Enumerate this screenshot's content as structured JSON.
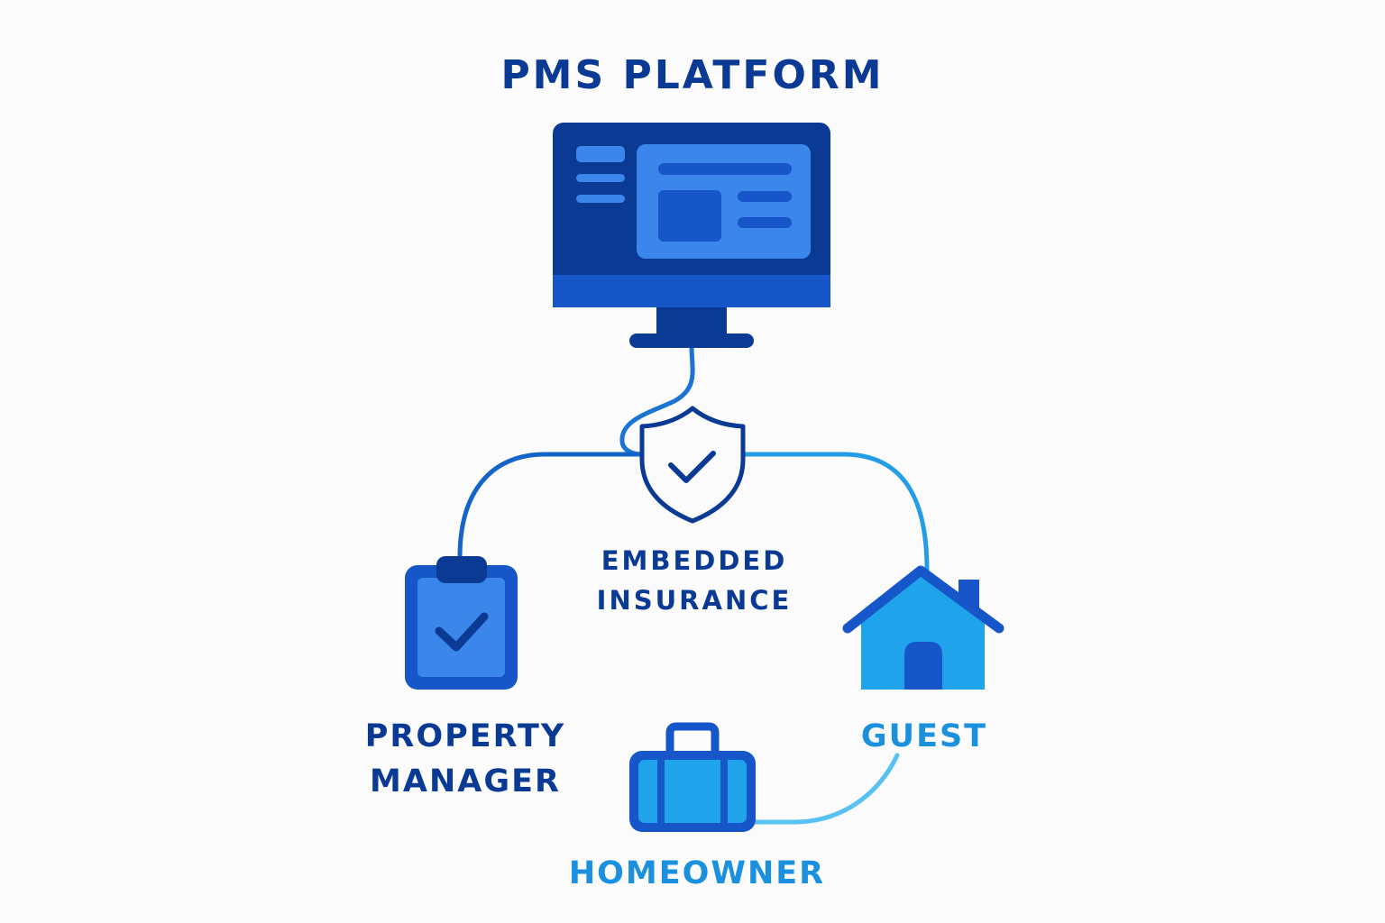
{
  "title": "PMS PLATFORM",
  "nodes": {
    "platform": {
      "icon": "monitor-icon"
    },
    "insurance": {
      "icon": "shield-check-icon",
      "label_line1": "EMBEDDED",
      "label_line2": "INSURANCE"
    },
    "property_manager": {
      "icon": "clipboard-check-icon",
      "label_line1": "PROPERTY",
      "label_line2": "MANAGER"
    },
    "guest": {
      "icon": "house-icon",
      "label": "GUEST"
    },
    "homeowner": {
      "icon": "suitcase-icon",
      "label": "HOMEOWNER"
    }
  },
  "colors": {
    "navy": "#0a3a94",
    "mid_blue": "#1656c9",
    "bright_blue": "#3a86ea",
    "sky_blue": "#1fa3ea",
    "cyan": "#45b8f0",
    "background": "#fbfbfb"
  }
}
